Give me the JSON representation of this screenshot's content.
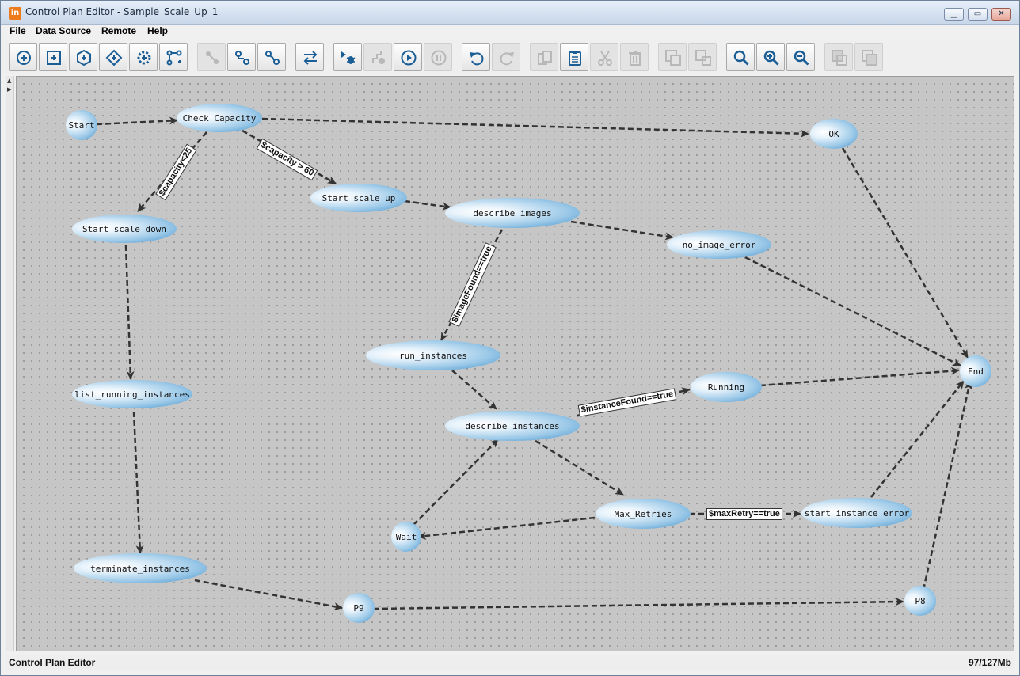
{
  "window": {
    "title": "Control Plan Editor - Sample_Scale_Up_1",
    "app_icon_text": "in",
    "controls": [
      "minimize",
      "maximize",
      "close"
    ]
  },
  "menu": [
    "File",
    "Data Source",
    "Remote",
    "Help"
  ],
  "toolbar": [
    {
      "icon": "add-start-node-icon",
      "enabled": true
    },
    {
      "icon": "add-task-node-icon",
      "enabled": true
    },
    {
      "icon": "add-decision-node-icon",
      "enabled": true
    },
    {
      "icon": "add-join-node-icon",
      "enabled": true
    },
    {
      "icon": "add-service-node-icon",
      "enabled": true
    },
    {
      "icon": "add-fork-node-icon",
      "enabled": true
    },
    {
      "icon": "connect-icon",
      "enabled": false
    },
    {
      "icon": "connect-conditional-icon",
      "enabled": true
    },
    {
      "icon": "connect-default-icon",
      "enabled": true
    },
    {
      "icon": "swap-direction-icon",
      "enabled": true
    },
    {
      "icon": "debug-icon",
      "enabled": true
    },
    {
      "icon": "step-icon",
      "enabled": false
    },
    {
      "icon": "play-icon",
      "enabled": true
    },
    {
      "icon": "pause-icon",
      "enabled": false
    },
    {
      "icon": "undo-icon",
      "enabled": true
    },
    {
      "icon": "redo-icon",
      "enabled": false
    },
    {
      "icon": "copy-icon",
      "enabled": false
    },
    {
      "icon": "paste-icon",
      "enabled": true
    },
    {
      "icon": "cut-icon",
      "enabled": false
    },
    {
      "icon": "delete-icon",
      "enabled": false
    },
    {
      "icon": "group-icon",
      "enabled": false
    },
    {
      "icon": "ungroup-icon",
      "enabled": false
    },
    {
      "icon": "zoom-fit-icon",
      "enabled": true
    },
    {
      "icon": "zoom-in-icon",
      "enabled": true
    },
    {
      "icon": "zoom-out-icon",
      "enabled": true
    },
    {
      "icon": "bring-front-icon",
      "enabled": false
    },
    {
      "icon": "send-back-icon",
      "enabled": false
    }
  ],
  "diagram": {
    "nodes": {
      "start": "Start",
      "check_capacity": "Check_Capacity",
      "ok": "OK",
      "start_scale_down": "Start_scale_down",
      "start_scale_up": "Start_scale_up",
      "describe_images": "describe_images",
      "no_image_error": "no_image_error",
      "run_instances": "run_instances",
      "list_running_instances": "list_running_instances",
      "describe_instances": "describe_instances",
      "running": "Running",
      "end": "End",
      "max_retries": "Max_Retries",
      "start_instance_error": "start_instance_error",
      "wait": "Wait",
      "terminate_instances": "terminate_instances",
      "p9": "P9",
      "p8": "P8"
    },
    "edge_labels": {
      "capacity_low": "$capacity<25",
      "capacity_high": "$capacity > 60",
      "image_found": "$imageFound==true",
      "instance_found": "$instanceFound==true",
      "max_retry": "$maxRetry==true"
    }
  },
  "status": {
    "left": "Control Plan Editor",
    "memory": "97/127Mb"
  }
}
